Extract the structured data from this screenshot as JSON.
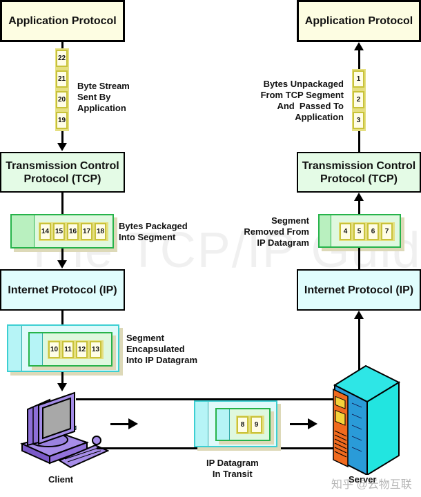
{
  "watermark": "The TCP/IP Guide",
  "site_watermark": "知乎 @云物互联",
  "client": {
    "label": "Client",
    "application_layer": "Application Protocol",
    "tcp_layer": "Transmission Control Protocol (TCP)",
    "ip_layer": "Internet Protocol (IP)",
    "byte_stream": {
      "bytes": [
        "22",
        "21",
        "20",
        "19"
      ],
      "caption": [
        "Byte Stream",
        "Sent By",
        "Application"
      ]
    },
    "segment": {
      "bytes": [
        "14",
        "15",
        "16",
        "17",
        "18"
      ],
      "caption": [
        "Bytes Packaged",
        "Into Segment"
      ]
    },
    "datagram": {
      "bytes": [
        "10",
        "11",
        "12",
        "13"
      ],
      "caption": [
        "Segment",
        "Encapsulated",
        "Into IP Datagram"
      ]
    }
  },
  "transit": {
    "bytes": [
      "8",
      "9"
    ],
    "caption": [
      "IP Datagram",
      "In Transit"
    ]
  },
  "server": {
    "label": "Server",
    "application_layer": "Application Protocol",
    "tcp_layer": "Transmission Control Protocol (TCP)",
    "ip_layer": "Internet Protocol (IP)",
    "byte_stream": {
      "bytes": [
        "1",
        "2",
        "3"
      ],
      "caption": [
        "Bytes Unpackaged",
        "From TCP Segment",
        "And  Passed To",
        "Application"
      ]
    },
    "segment": {
      "bytes": [
        "4",
        "5",
        "6",
        "7"
      ],
      "caption": [
        "Segment",
        "Removed From",
        "IP Datagram"
      ]
    }
  }
}
